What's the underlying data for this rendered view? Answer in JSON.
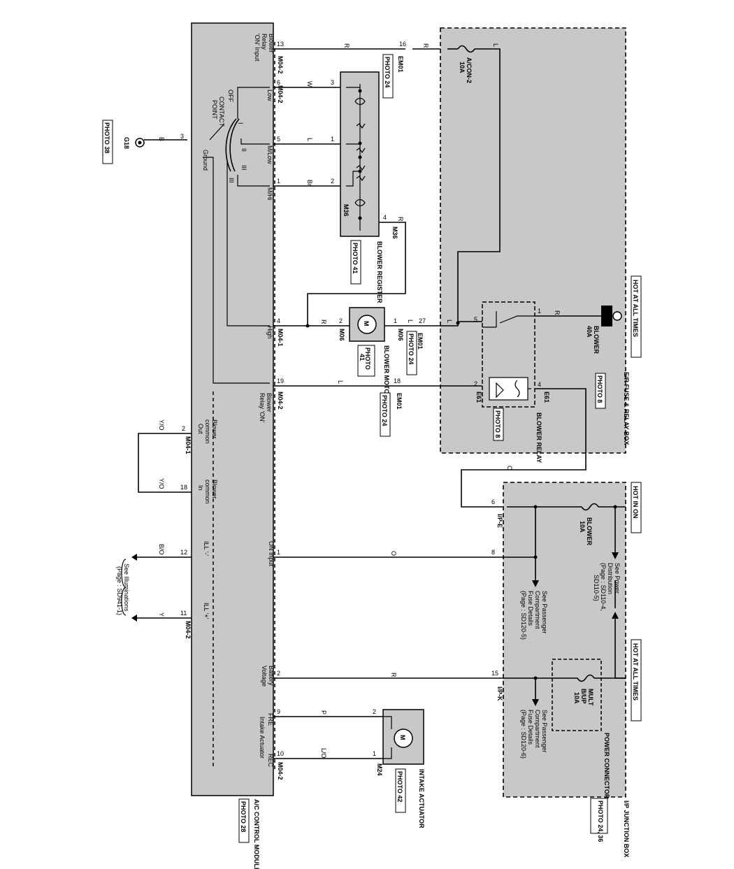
{
  "labels": {
    "ac_module": "A/C CONTROL MODULE",
    "ac_photo": "PHOTO 28",
    "photo38": "PHOTO 38",
    "g18": "G18",
    "photo24a": "PHOTO 24",
    "photo24b": "PHOTO 24",
    "photo24c": "PHOTO 24",
    "photo41": "PHOTO 41",
    "photo41b": "41",
    "photo_word": "PHOTO",
    "photo8": "PHOTO 8",
    "photo42": "PHOTO 42",
    "photo2436": "PHOTO 24, 36",
    "em01": "EM01",
    "m04_2": "M04-2",
    "m04_1": "M04-1",
    "m36": "M36",
    "m06": "M06",
    "e61": "E61",
    "ip_e": "I/P-E",
    "ip_k": "I/P-K",
    "m24": "M24",
    "blower_register": "BLOWER REGISTER",
    "blower_motor": "BLOWER MOTOR",
    "blower_relay": "BLOWER RELAY",
    "er_fuse": "E/R FUSE & RELAY BOX",
    "ip_junction": "I/P JUNCTION BOX",
    "power_connector": "POWER CONNECTOR",
    "intake_actuator": "INTAKE ACTUATOR",
    "hot_all_1": "HOT AT ALL TIMES",
    "hot_in_on": "HOT IN ON",
    "hot_all_2": "HOT AT ALL TIMES",
    "blower40": "BLOWER",
    "amp40": "40A",
    "acon": "A/CON-2",
    "amp10a": "10A",
    "blower10": "BLOWER",
    "amp10b": "10A",
    "mult1": "MULT",
    "mult2": "B/UP",
    "amp10c": "10A",
    "see_power1": "See Power",
    "see_power2": "Distribution",
    "see_power3": "(Page : SD110-4,",
    "see_power4": "SD110-5)",
    "see_pass1a": "See Passenger",
    "see_pass1b": "Compartment",
    "see_pass1c": "Fuse Details",
    "see_pass1d": "(Page : SD120-5)",
    "see_pass2a": "See Passenger",
    "see_pass2b": "Compartment",
    "see_pass2c": "Fuse Details",
    "see_pass2d": "(Page : SD120-6)",
    "see_ill1": "See Illuminations",
    "see_ill2": "(Page : SD941-1)",
    "blower_relay_on_input1": "Blower",
    "blower_relay_on_input2": "Relay",
    "blower_relay_on_input3": "'ON' Input",
    "low": "Low",
    "mlow": "M/Low",
    "mhi": "M/Hi",
    "high": "High",
    "ground": "Ground",
    "off": "OFF",
    "contact1": "CONTACT",
    "contact2": "POINT",
    "sw_i": "I",
    "sw_ii": "II",
    "sw_iii": "III",
    "brelay_on1": "Blower",
    "brelay_on2": "Relay 'ON'",
    "bc_out1": "Blower",
    "bc_out2": "common",
    "bc_out3": "Out",
    "bc_in1": "Blower",
    "bc_in2": "common",
    "bc_in3": "In",
    "on_input": "ON Input",
    "ill_minus": "ILL '-'",
    "ill_plus": "ILL '+'",
    "batt1": "Battery",
    "batt2": "Voltage",
    "fre": "FRE",
    "rec": "REC",
    "intake_act_lbl": "Intake Actuator",
    "motor_m": "M"
  },
  "wires": {
    "R": "R",
    "W": "W",
    "L": "L",
    "Br": "Br",
    "B": "B",
    "O": "O",
    "YO": "Y/O",
    "BO": "B/O",
    "Y": "Y",
    "P": "P",
    "LO": "L/O"
  },
  "pins": {
    "p13": "13",
    "p16": "16",
    "p6": "6",
    "p5": "5",
    "p1": "1",
    "p3": "3",
    "p2": "2",
    "p4": "4",
    "p27": "27",
    "p19": "19",
    "p18": "18",
    "p12": "12",
    "p11": "11",
    "p8": "8",
    "p15": "15",
    "p9": "9",
    "p10": "10"
  }
}
